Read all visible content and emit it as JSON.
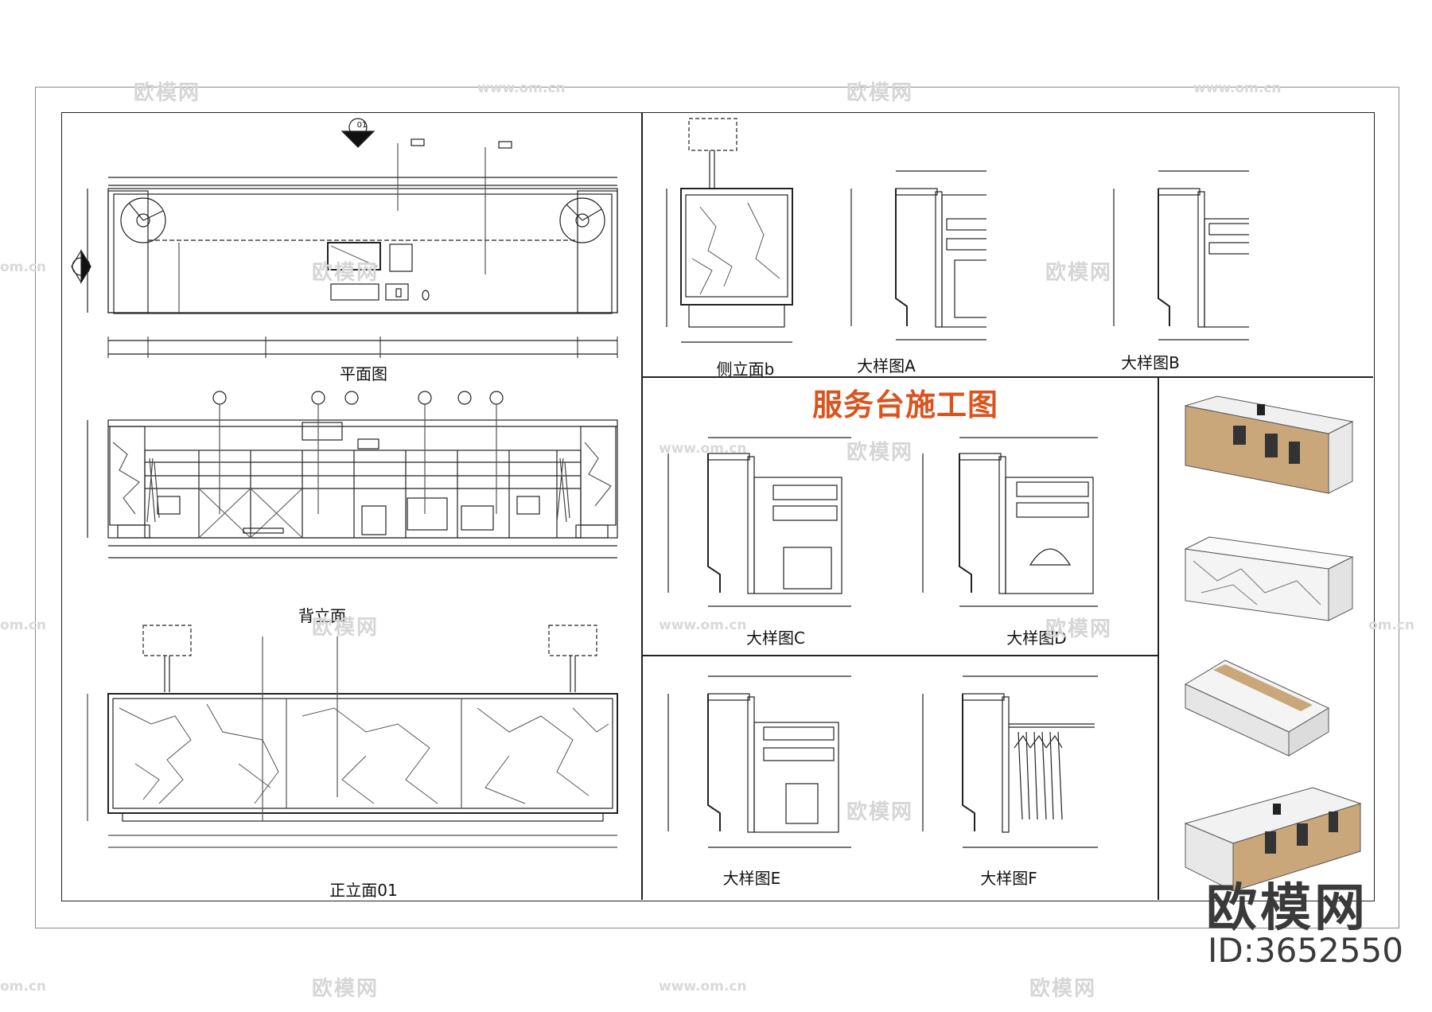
{
  "main_title": "服务台施工图",
  "captions": {
    "plan": "平面图",
    "back_elevation": "背立面",
    "front_elevation": "正立面01",
    "side_elevation": "侧立面b",
    "detail_a": "大样图A",
    "detail_b": "大样图B",
    "detail_c": "大样图C",
    "detail_d": "大样图D",
    "detail_e": "大样图E",
    "detail_f": "大样图F"
  },
  "section_marker": "01",
  "brand": {
    "logo": "欧模网",
    "id": "ID:3652550"
  },
  "watermarks": {
    "logo": "欧模网",
    "url": "www.om.cn",
    "url_short": "om.cn"
  },
  "colors": {
    "title_accent": "#d9541e",
    "line": "#222222",
    "marble_vein": "#555555",
    "wood": "#c9a77a"
  }
}
